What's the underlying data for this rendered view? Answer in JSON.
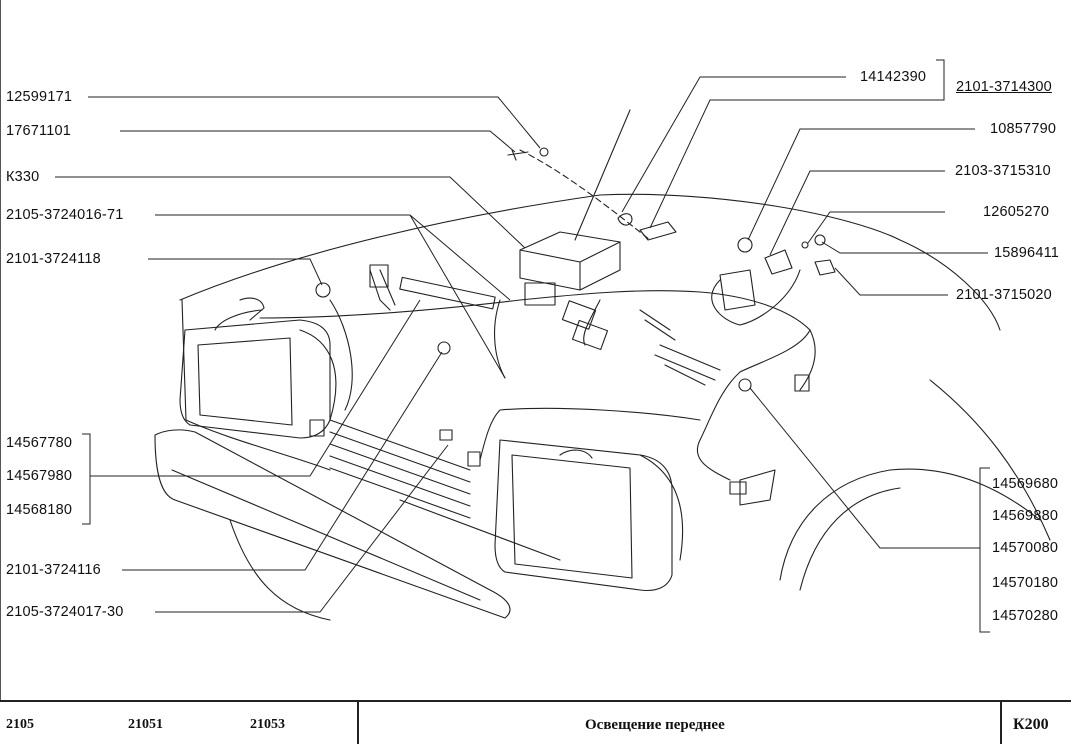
{
  "diagram": {
    "left_labels": [
      {
        "id": "l1",
        "text": "12599171"
      },
      {
        "id": "l2",
        "text": "17671101"
      },
      {
        "id": "l3",
        "text": "К330"
      },
      {
        "id": "l4",
        "text": "2105-3724016-71"
      },
      {
        "id": "l5",
        "text": "2101-3724118"
      },
      {
        "id": "l6",
        "text": "14567780"
      },
      {
        "id": "l7",
        "text": "14567980"
      },
      {
        "id": "l8",
        "text": "14568180"
      },
      {
        "id": "l9",
        "text": "2101-3724116"
      },
      {
        "id": "l10",
        "text": "2105-3724017-30"
      }
    ],
    "right_labels": [
      {
        "id": "r1",
        "text": "14142390"
      },
      {
        "id": "r2",
        "text": "2101-3714300"
      },
      {
        "id": "r3",
        "text": "10857790"
      },
      {
        "id": "r4",
        "text": "2103-3715310"
      },
      {
        "id": "r5",
        "text": "12605270"
      },
      {
        "id": "r6",
        "text": "15896411"
      },
      {
        "id": "r7",
        "text": "2101-3715020"
      },
      {
        "id": "r8",
        "text": "14569680"
      },
      {
        "id": "r9",
        "text": "14569880"
      },
      {
        "id": "r10",
        "text": "14570080"
      },
      {
        "id": "r11",
        "text": "14570180"
      },
      {
        "id": "r12",
        "text": "14570280"
      }
    ]
  },
  "footer": {
    "models": [
      "2105",
      "21051",
      "21053"
    ],
    "title": "Освещение переднее",
    "code": "К200"
  }
}
